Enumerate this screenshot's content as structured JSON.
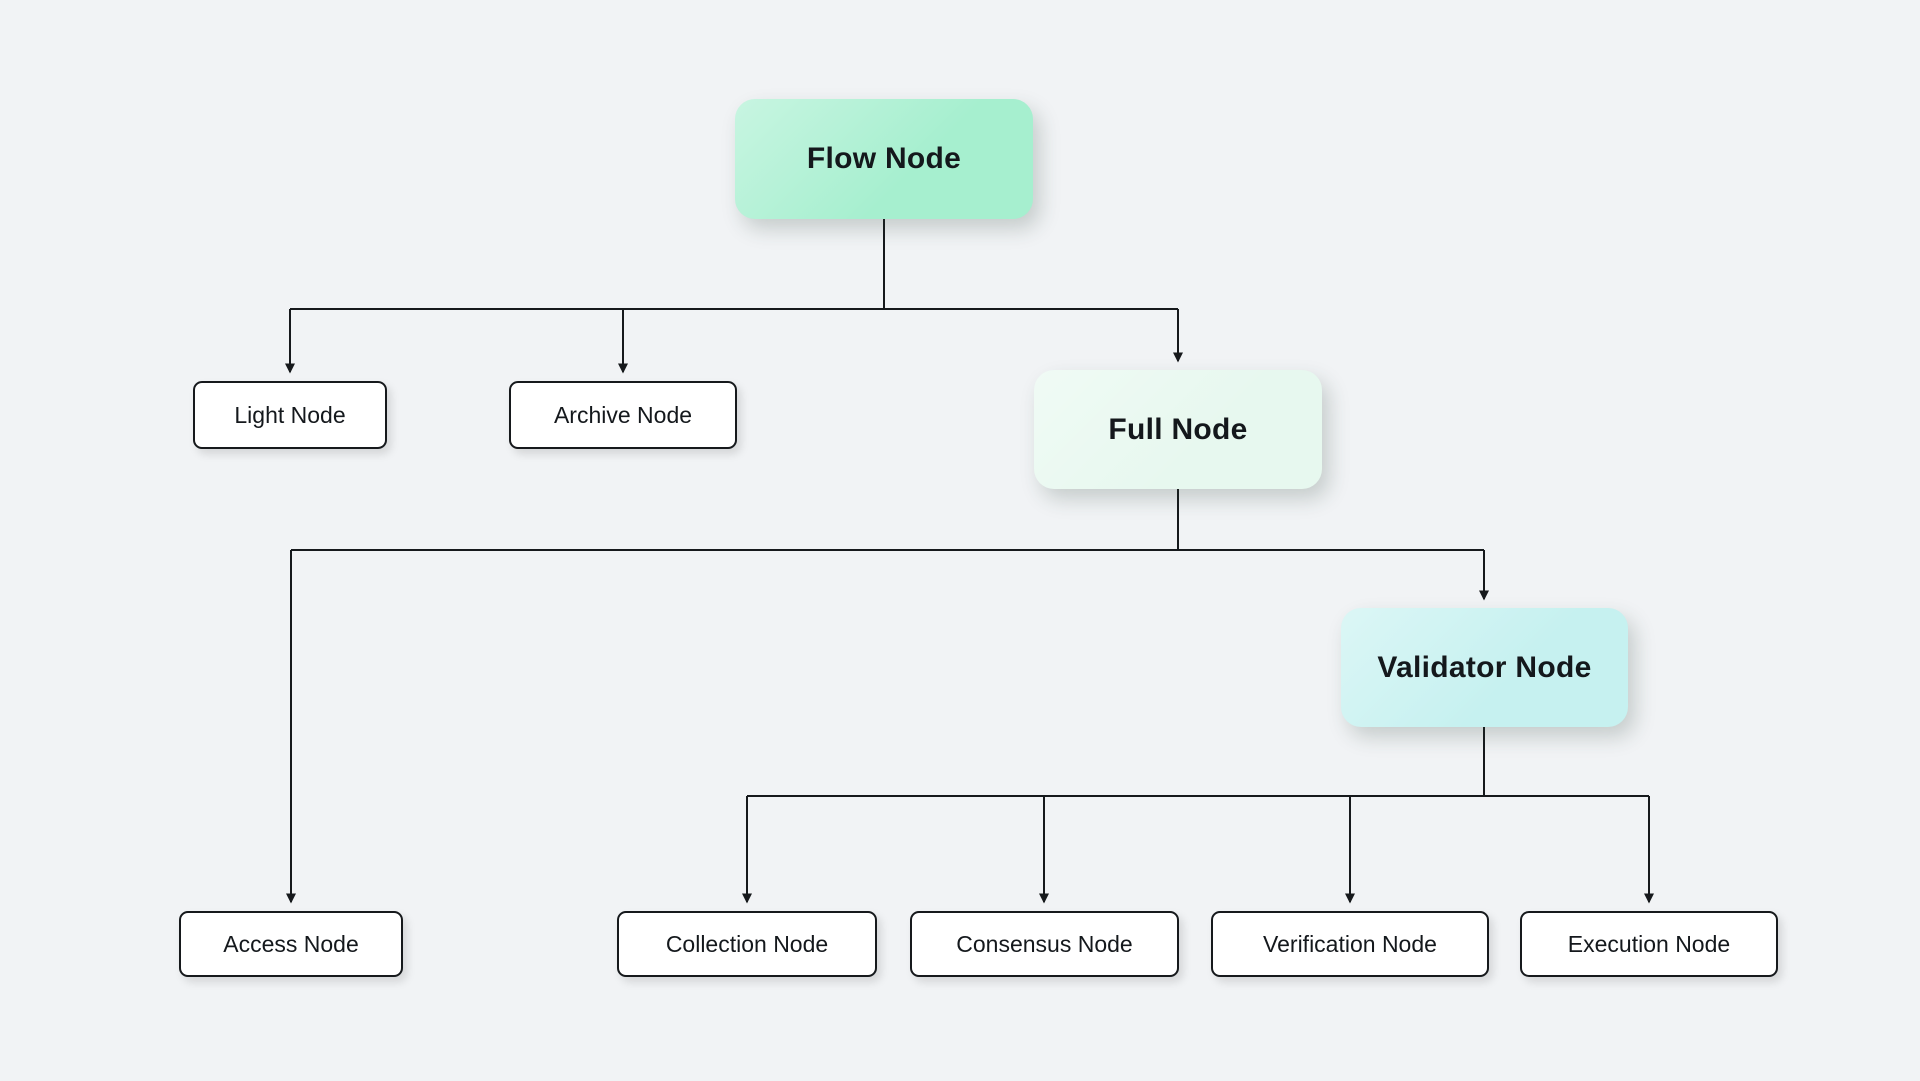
{
  "diagram": {
    "type": "tree",
    "background_color": "#f1f3f5",
    "line_color": "#16191c",
    "nodes": [
      {
        "id": "flow",
        "label": "Flow Node",
        "color": "#a6efcf",
        "style": "highlight"
      },
      {
        "id": "light",
        "label": "Light Node",
        "color": "#ffffff",
        "style": "plain"
      },
      {
        "id": "archive",
        "label": "Archive Node",
        "color": "#ffffff",
        "style": "plain"
      },
      {
        "id": "full",
        "label": "Full Node",
        "color": "#e7f8ef",
        "style": "highlight"
      },
      {
        "id": "access",
        "label": "Access Node",
        "color": "#ffffff",
        "style": "plain"
      },
      {
        "id": "validator",
        "label": "Validator Node",
        "color": "#c6f1f0",
        "style": "highlight"
      },
      {
        "id": "collection",
        "label": "Collection Node",
        "color": "#ffffff",
        "style": "plain"
      },
      {
        "id": "consensus",
        "label": "Consensus Node",
        "color": "#ffffff",
        "style": "plain"
      },
      {
        "id": "verification",
        "label": "Verification Node",
        "color": "#ffffff",
        "style": "plain"
      },
      {
        "id": "execution",
        "label": "Execution Node",
        "color": "#ffffff",
        "style": "plain"
      }
    ],
    "edges": [
      {
        "from": "flow",
        "to": "light"
      },
      {
        "from": "flow",
        "to": "archive"
      },
      {
        "from": "flow",
        "to": "full"
      },
      {
        "from": "full",
        "to": "access"
      },
      {
        "from": "full",
        "to": "validator"
      },
      {
        "from": "validator",
        "to": "collection"
      },
      {
        "from": "validator",
        "to": "consensus"
      },
      {
        "from": "validator",
        "to": "verification"
      },
      {
        "from": "validator",
        "to": "execution"
      }
    ]
  }
}
